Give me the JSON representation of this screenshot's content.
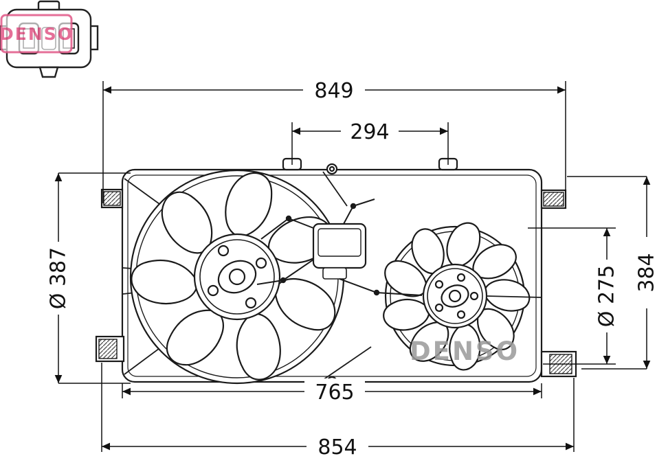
{
  "brand": {
    "logo_text": "DENSO",
    "logo_color": "#e25c8a",
    "watermark_text": "DENSO",
    "watermark_color": "#9a9a9a"
  },
  "dimensions": {
    "overall_top_width": "849",
    "tab_spacing_width": "294",
    "left_fan_diameter": "Ø 387",
    "right_side_height": "384",
    "right_fan_diameter": "Ø 275",
    "inner_bottom_width": "765",
    "overall_bottom_width": "854"
  },
  "drawing_colors": {
    "line": "#1a1a1a",
    "dimension_line": "#111111"
  }
}
